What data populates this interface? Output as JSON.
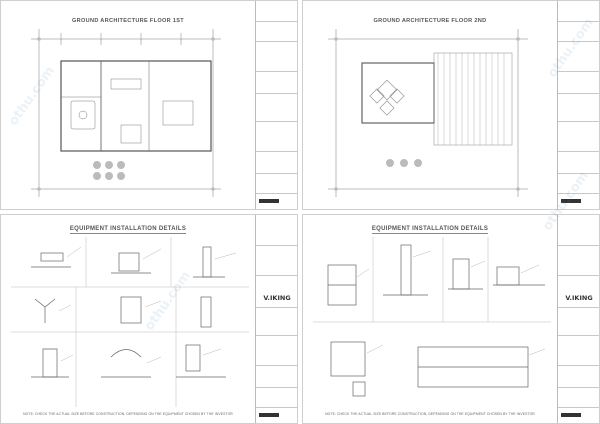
{
  "sheets": [
    {
      "title": "GROUND ARCHITECTURE FLOOR 1ST",
      "logo": "",
      "note": ""
    },
    {
      "title": "GROUND ARCHITECTURE FLOOR 2ND",
      "logo": "",
      "note": ""
    },
    {
      "title": "EQUIPMENT INSTALLATION DETAILS",
      "logo": "V.IKING",
      "note": "NOTE: CHECK THE ACTUAL SIZE BEFORE CONSTRUCTION, DEPENDING ON THE EQUIPMENT CHOSEN BY THE INVESTOR"
    },
    {
      "title": "EQUIPMENT INSTALLATION DETAILS",
      "logo": "V.IKING",
      "note": "NOTE: CHECK THE ACTUAL SIZE BEFORE CONSTRUCTION, DEPENDING ON THE EQUIPMENT CHOSEN BY THE INVESTOR"
    }
  ],
  "watermark": "othu.com",
  "colors": {
    "line": "#6f6f6f",
    "light_line": "#b5b5b5",
    "watermark": "#5096c8"
  }
}
